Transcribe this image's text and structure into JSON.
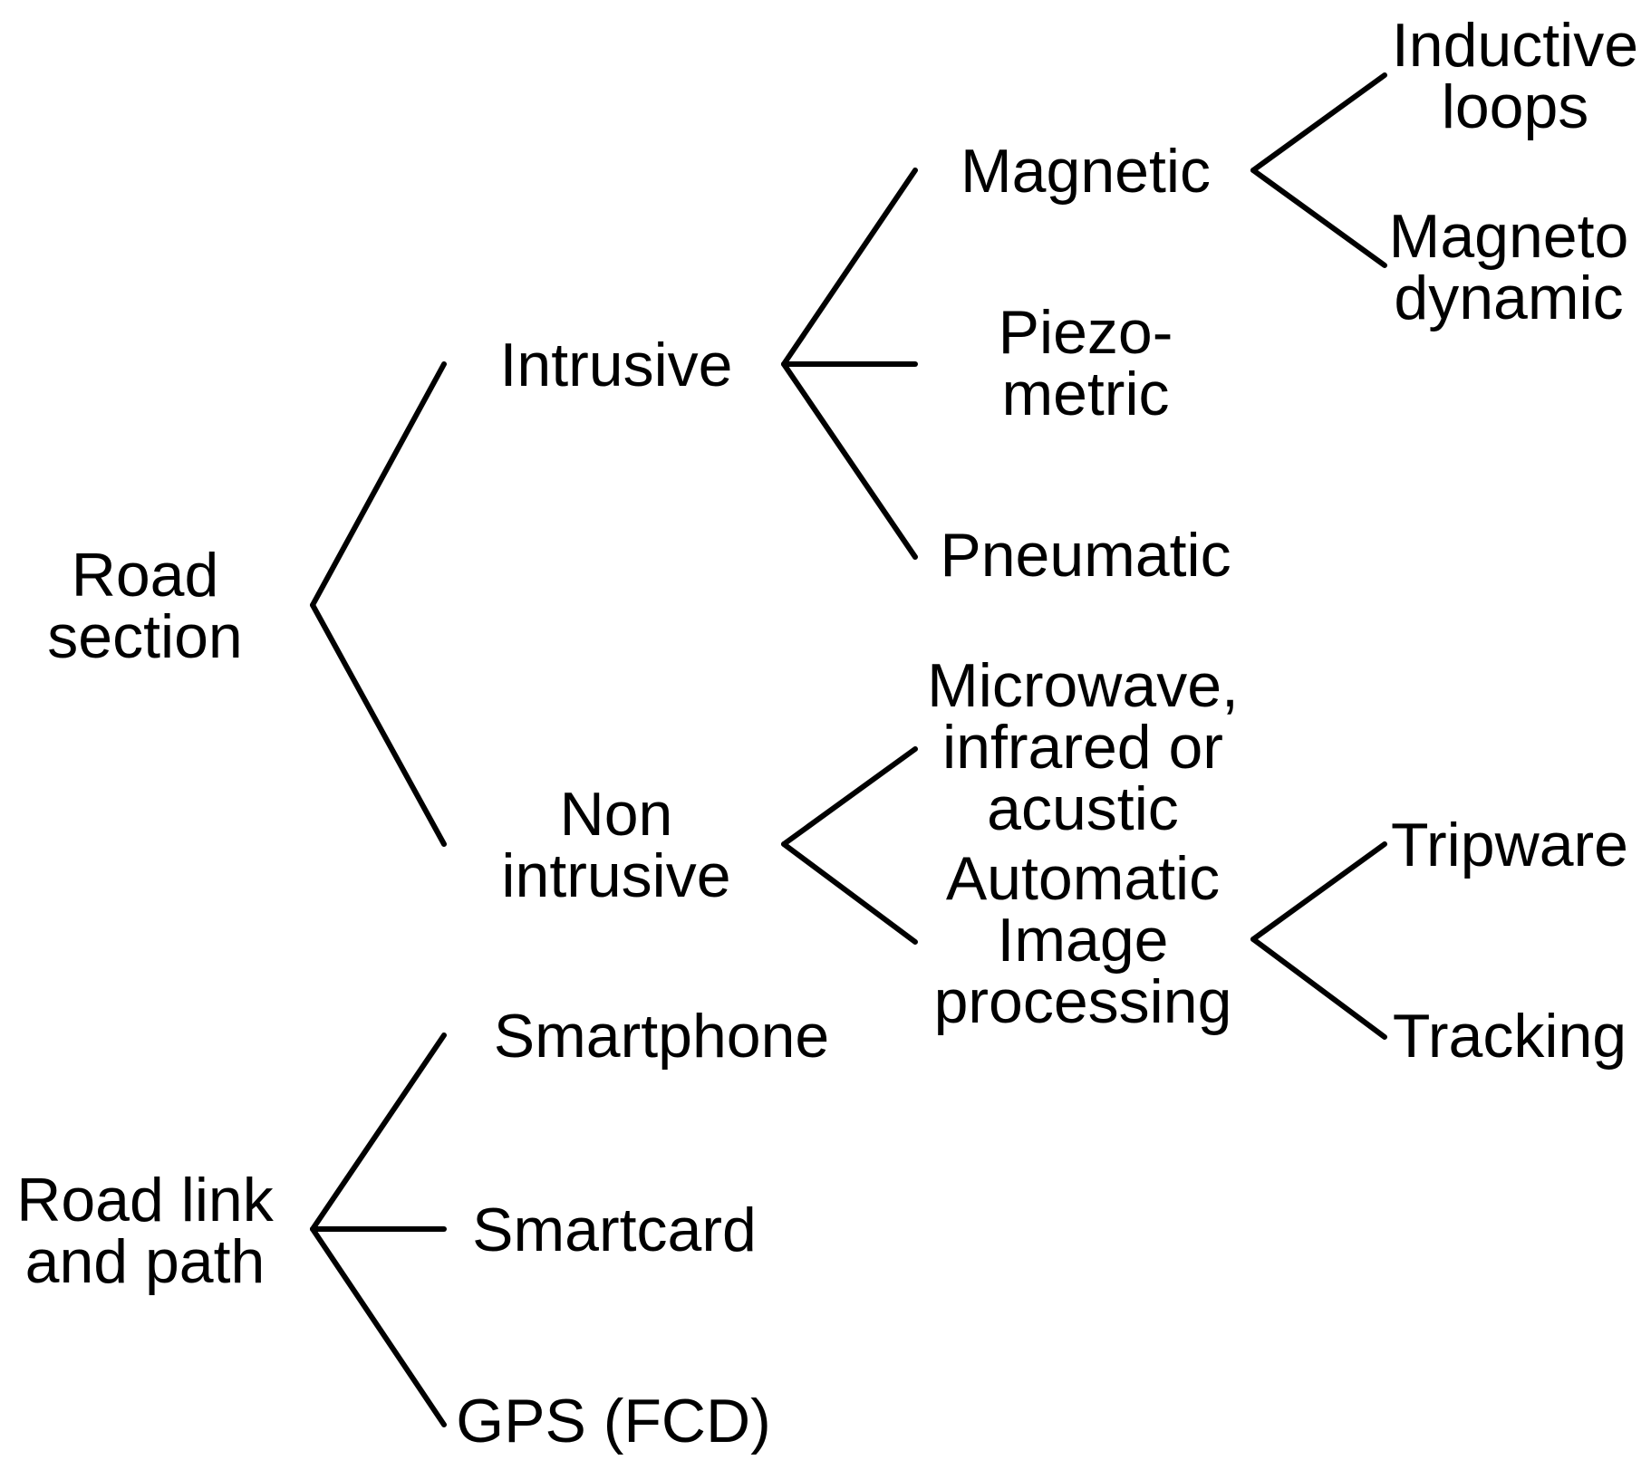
{
  "colors": {
    "background": "#ffffff",
    "ink": "#000000"
  },
  "nodes": {
    "road_section": [
      "Road",
      "section"
    ],
    "intrusive": [
      "Intrusive"
    ],
    "non_intrusive": [
      "Non",
      "intrusive"
    ],
    "magnetic": [
      "Magnetic"
    ],
    "piezometric": [
      "Piezo-",
      "metric"
    ],
    "pneumatic": [
      "Pneumatic"
    ],
    "inductive_loops": [
      "Inductive",
      "loops"
    ],
    "magneto_dynamic": [
      "Magneto",
      "dynamic"
    ],
    "microwave": [
      "Microwave,",
      "infrared or",
      "acustic"
    ],
    "automatic_image": [
      "Automatic",
      "Image",
      "processing"
    ],
    "tripware": [
      "Tripware"
    ],
    "tracking": [
      "Tracking"
    ],
    "road_link_path": [
      "Road link",
      "and path"
    ],
    "smartphone": [
      "Smartphone"
    ],
    "smartcard": [
      "Smartcard"
    ],
    "gps_fcd": [
      "GPS (FCD)"
    ]
  },
  "edges": [
    [
      "road_section",
      "intrusive"
    ],
    [
      "road_section",
      "non_intrusive"
    ],
    [
      "intrusive",
      "magnetic"
    ],
    [
      "intrusive",
      "piezometric"
    ],
    [
      "intrusive",
      "pneumatic"
    ],
    [
      "magnetic",
      "inductive_loops"
    ],
    [
      "magnetic",
      "magneto_dynamic"
    ],
    [
      "non_intrusive",
      "microwave"
    ],
    [
      "non_intrusive",
      "automatic_image"
    ],
    [
      "automatic_image",
      "tripware"
    ],
    [
      "automatic_image",
      "tracking"
    ],
    [
      "road_link_path",
      "smartphone"
    ],
    [
      "road_link_path",
      "smartcard"
    ],
    [
      "road_link_path",
      "gps_fcd"
    ]
  ]
}
